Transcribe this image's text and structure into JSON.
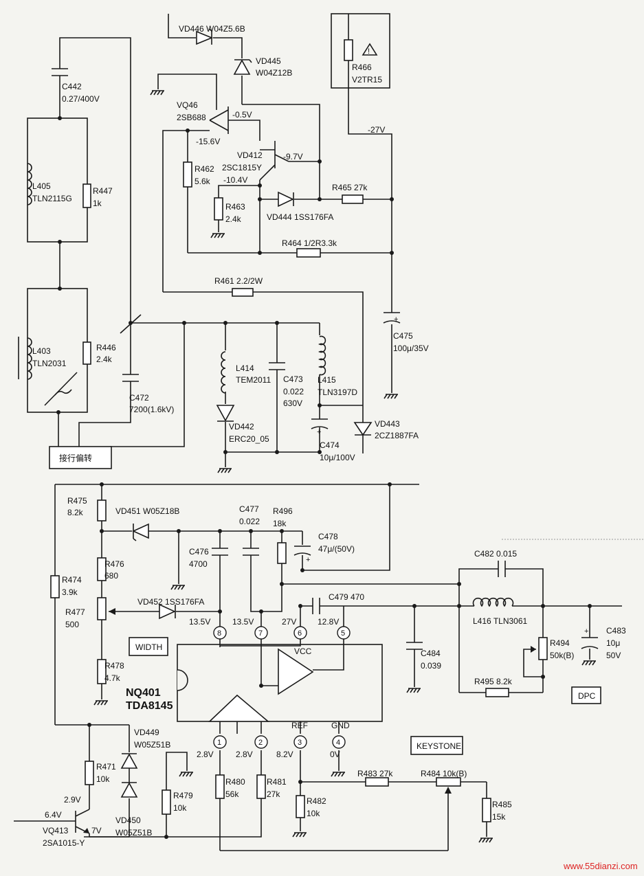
{
  "upper": {
    "vd446": "VD446 W04Z5.6B",
    "vd445": "VD445",
    "vd445_type": "W04Z12B",
    "r466": "R466",
    "r466_type": "V2TR15",
    "warning_icon": "warning-triangle",
    "c442": "C442",
    "c442_val": "0.27/400V",
    "vq46": "VQ46",
    "vq46_type": "2SB688",
    "v_m05": "-0.5V",
    "v_m156": "-15.6V",
    "v_m27": "-27V",
    "vd412": "VD412",
    "vd412_type": "2SC1815Y",
    "v_m97": "-9.7V",
    "v_m104": "-10.4V",
    "l405": "L405",
    "l405_type": "TLN2115G",
    "r447": "R447",
    "r447_val": "1k",
    "r462": "R462",
    "r462_val": "5.6k",
    "r463": "R463",
    "r463_val": "2.4k",
    "r465": "R465 27k",
    "vd444": "VD444 1SS176FA",
    "r464": "R464 1/2R3.3k",
    "r461": "R461 2.2/2W",
    "l403": "L403",
    "l403_type": "TLN2031",
    "r446": "R446",
    "r446_val": "2.4k",
    "c472": "C472",
    "c472_val": "7200(1.6kV)",
    "l414": "L414",
    "l414_type": "TEM2011",
    "vd442": "VD442",
    "vd442_type": "ERC20_05",
    "c473": "C473",
    "c473_val": "0.022",
    "c473_v": "630V",
    "l415": "L415",
    "l415_type": "TLN3197D",
    "c474": "C474",
    "c474_val": "10μ/100V",
    "vd443": "VD443",
    "vd443_type": "2CZ1887FA",
    "c475": "C475",
    "c475_val": "100μ/35V",
    "yoke": "接行偏转"
  },
  "lower": {
    "r475": "R475",
    "r475_val": "8.2k",
    "vd451": "VD451 W05Z18B",
    "c477": "C477",
    "c477_val": "0.022",
    "r496": "R496",
    "r496_val": "18k",
    "c478": "C478",
    "c478_val": "47μ/(50V)",
    "c482": "C482 0.015",
    "r476": "R476",
    "r476_val": "680",
    "c476": "C476",
    "c476_val": "4700",
    "r474": "R474",
    "r474_val": "3.9k",
    "vd452": "VD452 1SS176FA",
    "c479": "C479 470",
    "r477": "R477",
    "r477_val": "500",
    "v8": "13.5V",
    "v7": "13.5V",
    "v6": "27V",
    "v5": "12.8V",
    "l416": "L416 TLN3061",
    "c484": "C484",
    "c484_val": "0.039",
    "r494": "R494",
    "r494_val": "50k(B)",
    "c483": "C483",
    "c483_val": "10μ",
    "c483_v": "50V",
    "width_label": "WIDTH",
    "vcc": "VCC",
    "r478": "R478",
    "r478_val": "4.7k",
    "ic_name": "NQ401",
    "ic_type": "TDA8145",
    "r495": "R495 8.2k",
    "dpc": "DPC",
    "vd449": "VD449",
    "vd449_type": "W05Z51B",
    "ref": "REF",
    "gnd": "GND",
    "keystone": "KEYSTONE",
    "v1": "2.8V",
    "v2": "2.8V",
    "v3": "8.2V",
    "v4": "0V",
    "r471": "R471",
    "r471_val": "10k",
    "r480": "R480",
    "r480_val": "56k",
    "r481": "R481",
    "r481_val": "27k",
    "r483": "R483 27k",
    "r484": "R484 10k(B)",
    "v29": "2.9V",
    "r479": "R479",
    "r479_val": "10k",
    "r482": "R482",
    "r482_val": "10k",
    "r485": "R485",
    "r485_val": "15k",
    "v64": "6.4V",
    "v7v": "7V",
    "vq413": "VQ413",
    "vq413_type": "2SA1015-Y",
    "vd450": "VD450",
    "vd450_type": "W05Z51B",
    "pins": [
      "1",
      "2",
      "3",
      "4",
      "5",
      "6",
      "7",
      "8"
    ]
  },
  "watermark": "www.55dianzi.com"
}
